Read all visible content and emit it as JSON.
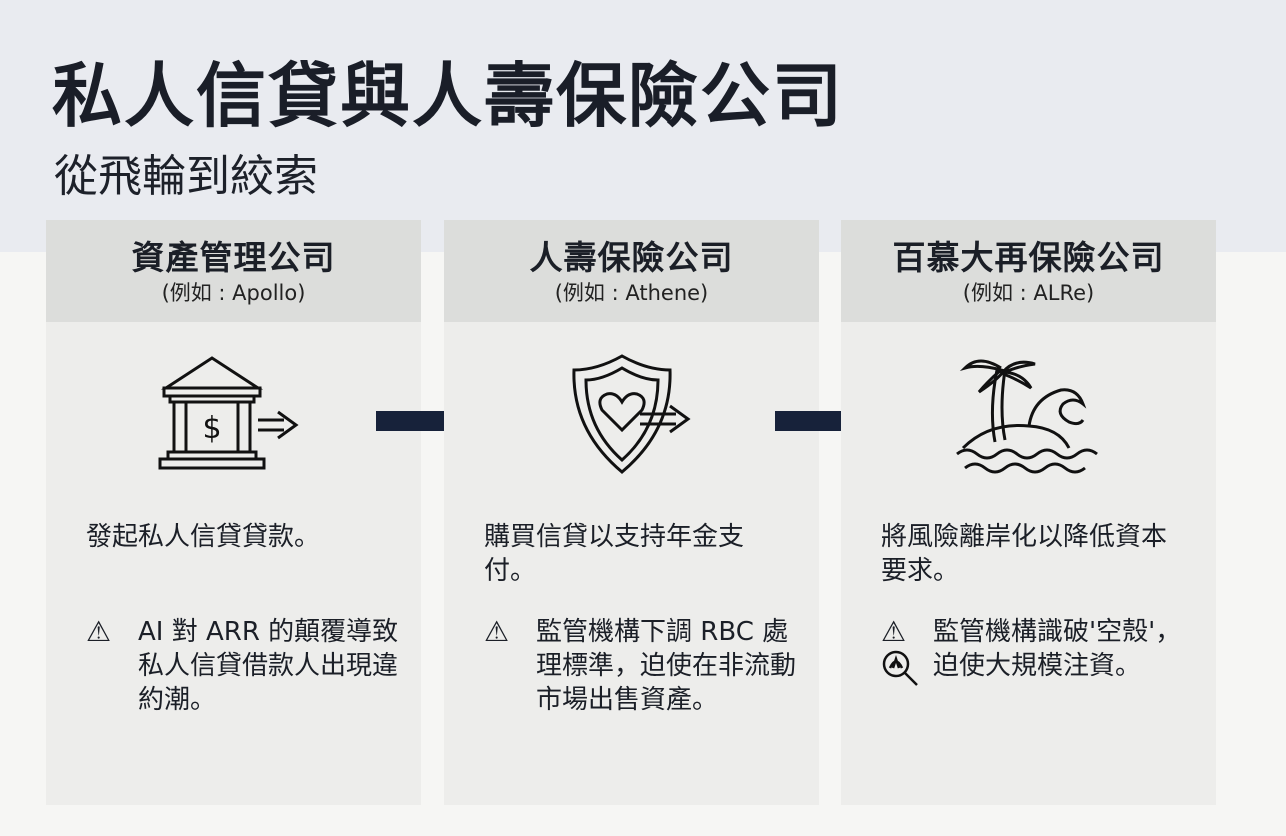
{
  "header": {
    "title": "私人信貸與人壽保險公司",
    "subtitle": "從飛輪到絞索"
  },
  "cards": [
    {
      "title": "資產管理公司",
      "example": "(例如 : Apollo)",
      "icon": "bank-dollar-arrow-icon",
      "description": "發起私人信貸貸款。",
      "warning": "AI 對 ARR 的顛覆導致私人信貸借款人出現違約潮。"
    },
    {
      "title": "人壽保險公司",
      "example": "(例如 : Athene)",
      "icon": "shield-heart-arrow-icon",
      "description": "購買信貸以支持年金支付。",
      "warning": "監管機構下調 RBC 處理標準，迫使在非流動市場出售資產。"
    },
    {
      "title": "百慕大再保險公司",
      "example": "(例如 : ALRe)",
      "icon": "island-wave-icon",
      "description": "將風險離岸化以降低資本要求。",
      "warning": "監管機構識破'空殼'，迫使大規模注資。"
    }
  ],
  "colors": {
    "arrow": "#17223a",
    "top_band": "#e9ebf0",
    "card": "#ededeb",
    "card_head": "#dcdddb"
  }
}
